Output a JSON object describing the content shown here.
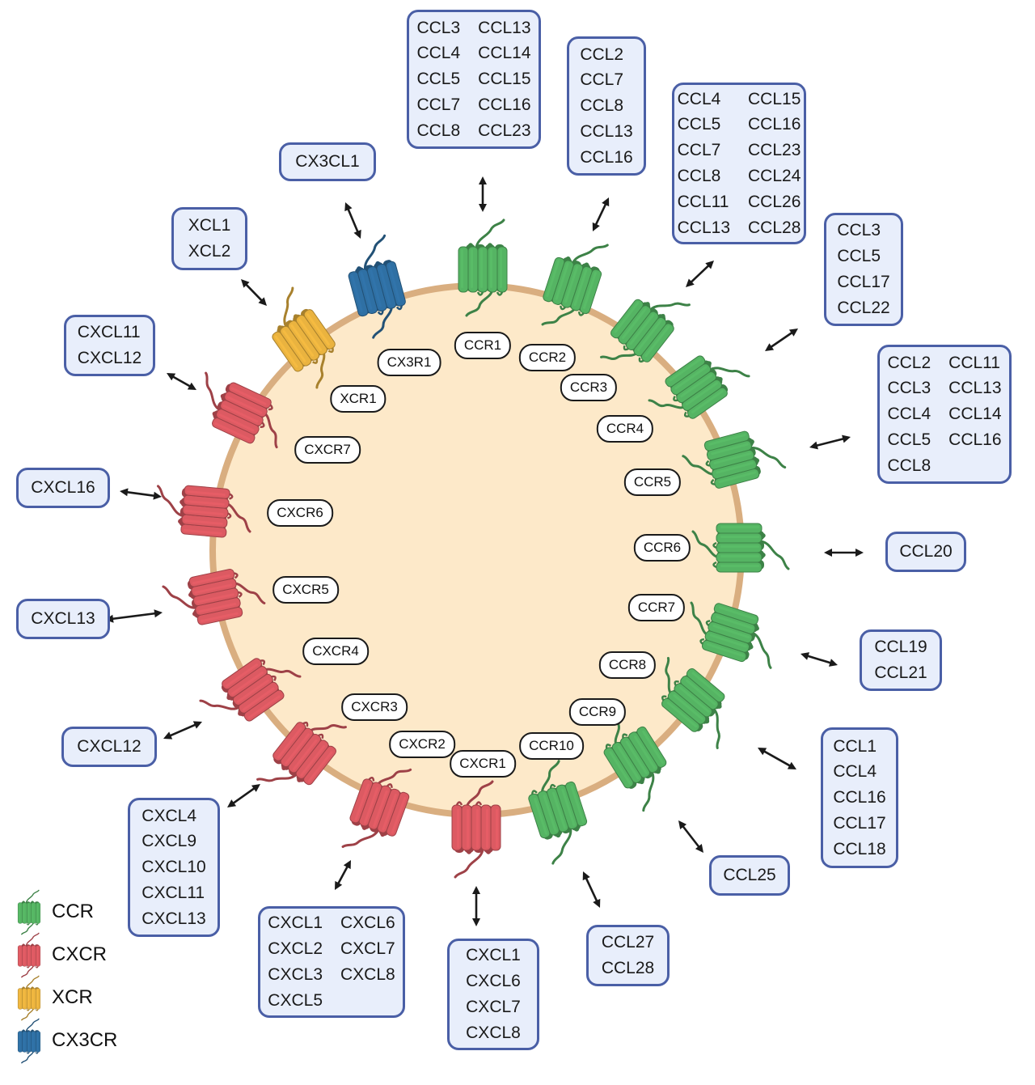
{
  "colors": {
    "ccr": "#55b463",
    "cxcr": "#dc5a62",
    "xcr": "#eab33f",
    "cx3cr": "#2f70a4",
    "cell_fill": "#fde9c9",
    "cell_border": "#d9ae80",
    "box_fill": "#e8eefb",
    "box_border": "#4a5fa6"
  },
  "legend": [
    {
      "label": "CCR",
      "family": "ccr"
    },
    {
      "label": "CXCR",
      "family": "cxcr"
    },
    {
      "label": "XCR",
      "family": "xcr"
    },
    {
      "label": "CX3CR",
      "family": "cx3cr"
    }
  ],
  "receptors": [
    {
      "name": "CCR1",
      "family": "ccr",
      "ligands": [
        "CCL3",
        "CCL13",
        "CCL4",
        "CCL14",
        "CCL5",
        "CCL15",
        "CCL7",
        "CCL16",
        "CCL8",
        "CCL23"
      ]
    },
    {
      "name": "CCR2",
      "family": "ccr",
      "ligands": [
        "CCL2",
        "CCL7",
        "CCL8",
        "CCL13",
        "CCL16"
      ]
    },
    {
      "name": "CCR3",
      "family": "ccr",
      "ligands": [
        "CCL4",
        "CCL15",
        "CCL5",
        "CCL16",
        "CCL7",
        "CCL23",
        "CCL8",
        "CCL24",
        "CCL11",
        "CCL26",
        "CCL13",
        "CCL28"
      ]
    },
    {
      "name": "CCR4",
      "family": "ccr",
      "ligands": [
        "CCL3",
        "CCL5",
        "CCL17",
        "CCL22"
      ]
    },
    {
      "name": "CCR5",
      "family": "ccr",
      "ligands": [
        "CCL2",
        "CCL11",
        "CCL3",
        "CCL13",
        "CCL4",
        "CCL14",
        "CCL5",
        "CCL16",
        "CCL8"
      ]
    },
    {
      "name": "CCR6",
      "family": "ccr",
      "ligands": [
        "CCL20"
      ]
    },
    {
      "name": "CCR7",
      "family": "ccr",
      "ligands": [
        "CCL19",
        "CCL21"
      ]
    },
    {
      "name": "CCR8",
      "family": "ccr",
      "ligands": [
        "CCL1",
        "CCL4",
        "CCL16",
        "CCL17",
        "CCL18"
      ]
    },
    {
      "name": "CCR9",
      "family": "ccr",
      "ligands": [
        "CCL25"
      ]
    },
    {
      "name": "CCR10",
      "family": "ccr",
      "ligands": [
        "CCL27",
        "CCL28"
      ]
    },
    {
      "name": "CXCR1",
      "family": "cxcr",
      "ligands": [
        "CXCL1",
        "CXCL6",
        "CXCL7",
        "CXCL8"
      ]
    },
    {
      "name": "CXCR2",
      "family": "cxcr",
      "ligands": [
        "CXCL1",
        "CXCL6",
        "CXCL2",
        "CXCL7",
        "CXCL3",
        "CXCL8",
        "CXCL5"
      ]
    },
    {
      "name": "CXCR3",
      "family": "cxcr",
      "ligands": [
        "CXCL4",
        "CXCL9",
        "CXCL10",
        "CXCL11",
        "CXCL13"
      ]
    },
    {
      "name": "CXCR4",
      "family": "cxcr",
      "ligands": [
        "CXCL12"
      ]
    },
    {
      "name": "CXCR5",
      "family": "cxcr",
      "ligands": [
        "CXCL13"
      ]
    },
    {
      "name": "CXCR6",
      "family": "cxcr",
      "ligands": [
        "CXCL16"
      ]
    },
    {
      "name": "CXCR7",
      "family": "cxcr",
      "ligands": [
        "CXCL11",
        "CXCL12"
      ]
    },
    {
      "name": "XCR1",
      "family": "xcr",
      "ligands": [
        "XCL1",
        "XCL2"
      ]
    },
    {
      "name": "CX3R1",
      "family": "cx3cr",
      "ligands": [
        "CX3CL1"
      ]
    }
  ]
}
